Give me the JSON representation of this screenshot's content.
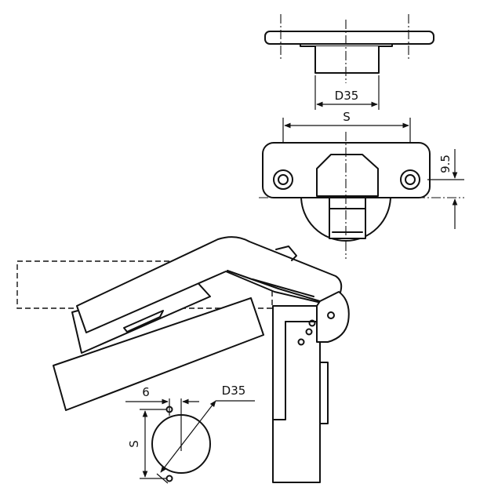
{
  "labels": {
    "cup_diameter_top": "D35",
    "hole_spacing": "S",
    "hole_offset": "9.5",
    "edge_distance": "6",
    "cup_diameter_bottom": "D35",
    "hole_spacing_side": "S"
  },
  "colors": {
    "line": "#111111",
    "background": "#ffffff"
  }
}
